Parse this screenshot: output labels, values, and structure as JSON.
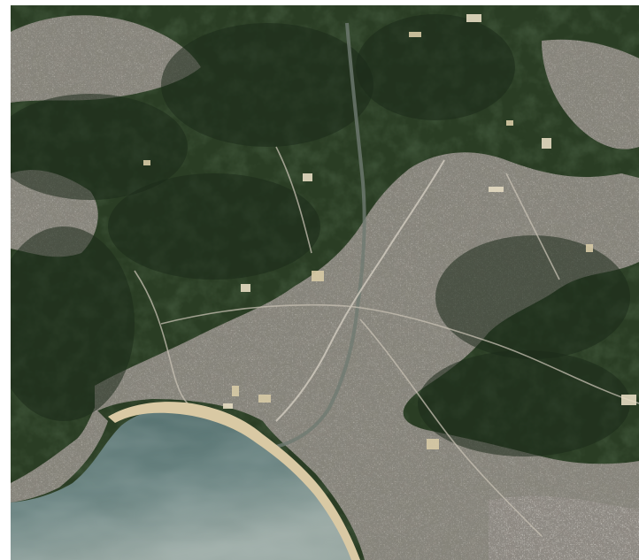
{
  "map": {
    "kind": "aerial-photograph",
    "features": [
      "hills",
      "forest",
      "town",
      "river",
      "railway",
      "bay",
      "beach",
      "sea"
    ],
    "colors": {
      "forest": "#2a3d24",
      "forest_dark": "#1c2a19",
      "urban": "#8e8a82",
      "urban_light": "#b3ada3",
      "sea": "#4e6a6b",
      "sea_light": "#7e9492",
      "beach": "#d9c9a4",
      "frame": "#ffffff"
    }
  }
}
